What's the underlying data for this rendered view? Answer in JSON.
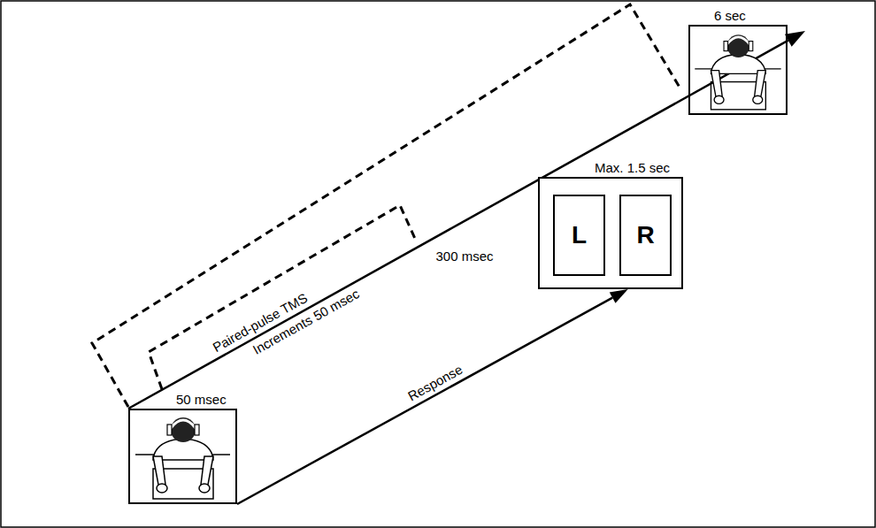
{
  "diagram": {
    "nodes": [
      {
        "text": [
          "50 msec"
        ]
      },
      {
        "text": [
          "Max. 1.5 sec"
        ]
      },
      {
        "text": [
          "L"
        ],
        "in": 1
      },
      {
        "text": [
          "R"
        ],
        "in": 1
      },
      {
        "text": [
          "6 sec"
        ]
      }
    ],
    "edges": [
      {
        "from": 0,
        "to": 1,
        "arrow": "to",
        "label": "Response"
      }
    ],
    "labels": [
      "Paired-pulse TMS",
      "Increments 50 msec",
      "300 msec"
    ]
  }
}
